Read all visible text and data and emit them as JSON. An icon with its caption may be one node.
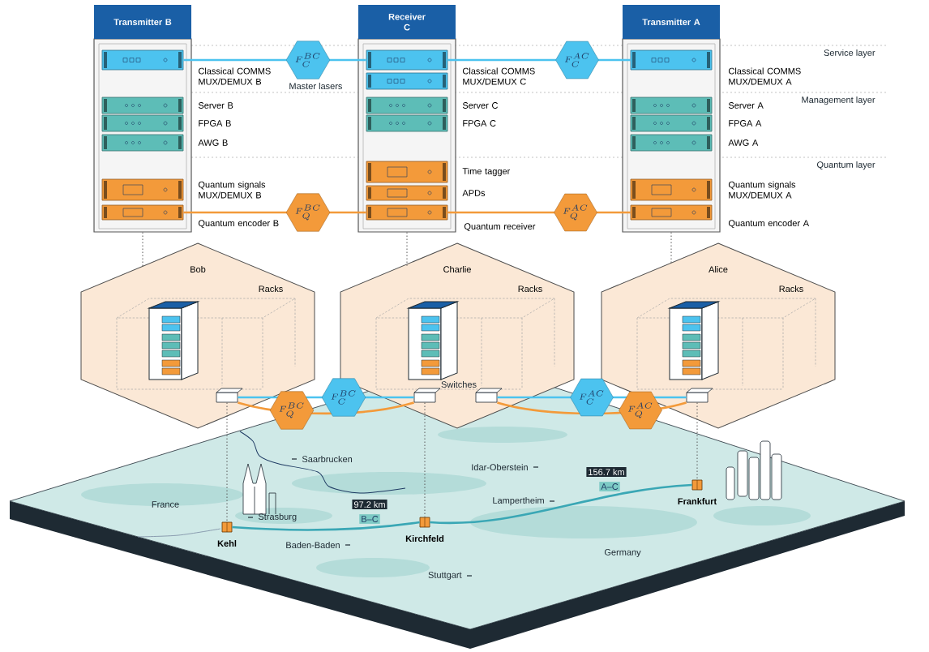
{
  "diagram": {
    "nodes": [
      {
        "text": [
          "Transmitter B"
        ]
      },
      {
        "text": [
          "Receiver C"
        ]
      },
      {
        "text": [
          "Transmitter A"
        ]
      },
      {
        "text": [],
        "shape": "box",
        "in": 0,
        "beside": [
          "Classical COMMS MUX/DEMUX B"
        ]
      },
      {
        "text": [],
        "shape": "box",
        "in": 0,
        "beside": [
          "Server B"
        ]
      },
      {
        "text": [],
        "shape": "box",
        "in": 0,
        "beside": [
          "FPGA B"
        ]
      },
      {
        "text": [],
        "shape": "box",
        "in": 0,
        "beside": [
          "AWG B"
        ]
      },
      {
        "text": [],
        "shape": "box",
        "in": 0,
        "beside": [
          "Quantum signals MUX/DEMUX B"
        ]
      },
      {
        "text": [],
        "shape": "box",
        "in": 0,
        "beside": [
          "Quantum encoder B"
        ]
      },
      {
        "text": [],
        "shape": "box",
        "in": 1,
        "beside": [
          "Classical COMMS MUX/DEMUX C"
        ]
      },
      {
        "text": [],
        "shape": "box",
        "in": 1
      },
      {
        "text": [],
        "shape": "box",
        "in": 1,
        "beside": [
          "Server C"
        ]
      },
      {
        "text": [],
        "shape": "box",
        "in": 1,
        "beside": [
          "FPGA C"
        ]
      },
      {
        "text": [],
        "shape": "box",
        "in": 1,
        "beside": [
          "Time tagger"
        ]
      },
      {
        "text": [],
        "shape": "box",
        "in": 1,
        "beside": [
          "APDs"
        ]
      },
      {
        "text": [],
        "shape": "box",
        "in": 1,
        "beside": [
          "Quantum receiver"
        ]
      },
      {
        "text": [],
        "shape": "box",
        "in": 2,
        "beside": [
          "Classical COMMS MUX/DEMUX A"
        ]
      },
      {
        "text": [],
        "shape": "box",
        "in": 2,
        "beside": [
          "Server A"
        ]
      },
      {
        "text": [],
        "shape": "box",
        "in": 2,
        "beside": [
          "FPGA A"
        ]
      },
      {
        "text": [],
        "shape": "box",
        "in": 2,
        "beside": [
          "AWG A"
        ]
      },
      {
        "text": [],
        "shape": "box",
        "in": 2,
        "beside": [
          "Quantum signals MUX/DEMUX A"
        ]
      },
      {
        "text": [],
        "shape": "box",
        "in": 2,
        "beside": [
          "Quantum encoder A"
        ]
      },
      {
        "text": [
          "Bob",
          "Racks"
        ]
      },
      {
        "text": [
          "Charlie",
          "Racks"
        ]
      },
      {
        "text": [
          "Alice",
          "Racks"
        ]
      },
      {
        "text": [],
        "shape": "box",
        "in": 22
      },
      {
        "text": [],
        "shape": "box",
        "in": 23
      },
      {
        "text": [],
        "shape": "box",
        "in": 23
      },
      {
        "text": [],
        "shape": "box",
        "in": 24
      },
      {
        "text": [],
        "shape": "box",
        "beside": [
          "Kehl"
        ]
      },
      {
        "text": [],
        "shape": "box",
        "beside": [
          "Kirchfeld"
        ]
      },
      {
        "text": [],
        "shape": "box",
        "beside": [
          "Frankfurt"
        ]
      }
    ],
    "edges": [
      {
        "from": 3,
        "to": 9,
        "arrow": "none",
        "label": "F_C^{BC}",
        "color": "#4cc3ef"
      },
      {
        "from": 9,
        "to": 16,
        "arrow": "none",
        "label": "F_C^{AC}",
        "color": "#4cc3ef"
      },
      {
        "from": 8,
        "to": 15,
        "arrow": "none",
        "label": "F_Q^{BC}",
        "color": "#f39a3a"
      },
      {
        "from": 15,
        "to": 21,
        "arrow": "none",
        "label": "F_Q^{AC}",
        "color": "#f39a3a"
      },
      {
        "from": 0,
        "to": 22,
        "arrow": "none",
        "style": "dashed"
      },
      {
        "from": 1,
        "to": 23,
        "arrow": "none",
        "style": "dashed"
      },
      {
        "from": 2,
        "to": 24,
        "arrow": "none",
        "style": "dashed"
      },
      {
        "from": 25,
        "to": 26,
        "arrow": "none",
        "label": "F_C^{BC}",
        "color": "#4cc3ef"
      },
      {
        "from": 25,
        "to": 26,
        "arrow": "none",
        "label": "F_Q^{BC}",
        "color": "#f39a3a"
      },
      {
        "from": 27,
        "to": 28,
        "arrow": "none",
        "label": "F_C^{AC}",
        "color": "#4cc3ef"
      },
      {
        "from": 27,
        "to": 28,
        "arrow": "none",
        "label": "F_Q^{AC}",
        "color": "#f39a3a"
      },
      {
        "from": 25,
        "to": 29,
        "arrow": "none",
        "style": "dashed"
      },
      {
        "from": 26,
        "to": 30,
        "arrow": "none",
        "style": "dashed"
      },
      {
        "from": 28,
        "to": 31,
        "arrow": "none",
        "style": "dashed"
      },
      {
        "from": 29,
        "to": 30,
        "arrow": "none",
        "color": "#3aa7b5"
      },
      {
        "from": 30,
        "to": 31,
        "arrow": "none",
        "color": "#3aa7b5"
      }
    ],
    "labels": [
      "Service layer",
      "Master lasers",
      "Management layer",
      "Quantum layer",
      "Switches",
      "Idar-Oberstein",
      "Saarbrucken",
      "156.7 km",
      "A–C",
      "Lampertheim",
      "France",
      "97.2 km",
      "B–C",
      "Strasburg",
      "Baden-Baden",
      "Germany",
      "Stuttgart"
    ]
  }
}
